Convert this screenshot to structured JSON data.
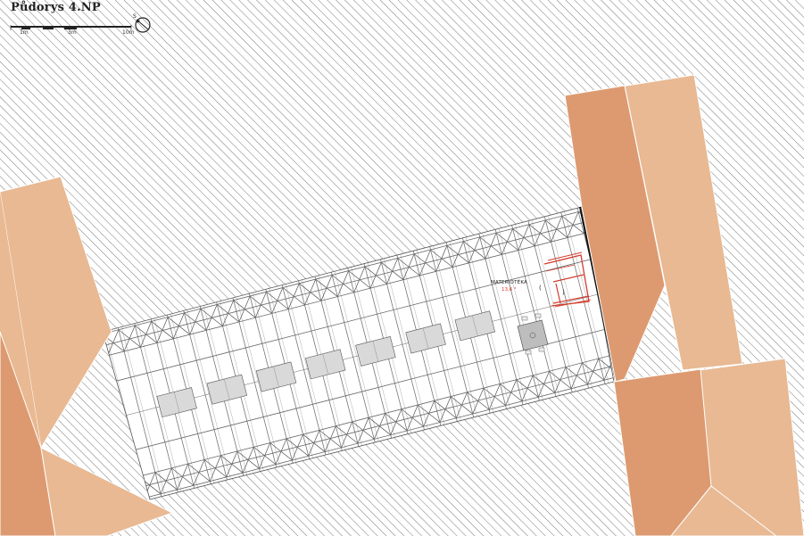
{
  "title": "Půdorys 4.NP",
  "scale_bar": {
    "labels": [
      "1m",
      "3m",
      "10m"
    ]
  },
  "north_arrow": {
    "label": "S"
  },
  "room": {
    "name": "MATERIOTÉKA",
    "area": "13,6 ³"
  },
  "colors": {
    "roof_dark": "#dd9a70",
    "roof_light": "#e8b993",
    "room_accent": "#d33b2c",
    "hatch": "#555555"
  },
  "icons": [
    "north-arrow-icon",
    "scale-bar-icon"
  ]
}
